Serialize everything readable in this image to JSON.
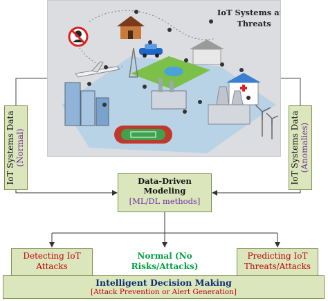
{
  "illustration": {
    "title": "IoT Systems and Threats"
  },
  "left_box": {
    "line1": "IoT Systems Data",
    "line2": "(Normal)"
  },
  "right_box": {
    "line1": "IoT Systems Data",
    "line2": "(Anomalies)"
  },
  "modeling": {
    "title": "Data-Driven Modeling",
    "methods": "[ML/DL methods]"
  },
  "outcomes": {
    "detecting": "Detecting IoT Attacks",
    "normal": "Normal (No Risks/Attacks)",
    "predicting": "Predicting IoT Threats/Attacks"
  },
  "decision": {
    "title": "Intelligent Decision Making",
    "subtitle": "[Attack Prevention or Alert Generation]"
  },
  "colors": {
    "box_fill": "#dbe6bd",
    "box_border": "#7f8f4a",
    "method_text": "#7030a0",
    "alert_text": "#c00000",
    "normal_text": "#00a040",
    "decision_text": "#0b2e6e"
  }
}
